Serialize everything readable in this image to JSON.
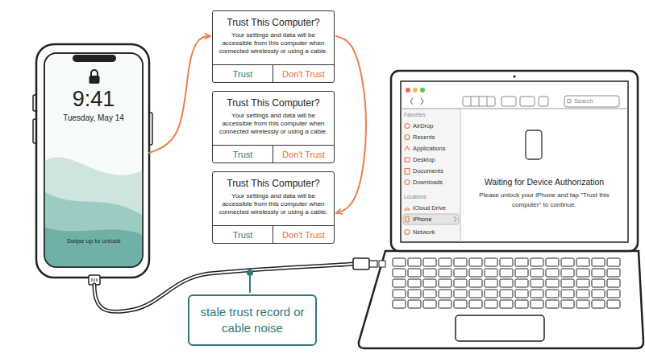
{
  "diagram": {
    "nodes": [
      {
        "text": [
          "9:41",
          "Tuesday, May 14",
          "Swipe up to unlock"
        ]
      },
      {
        "text": [
          "Trust This Computer?",
          "Your settings and data will be accessible from this computer when connected wirelessly or using a cable."
        ]
      },
      {
        "text": [
          "Trust"
        ],
        "in": 1
      },
      {
        "text": [
          "Don't Trust"
        ],
        "in": 1
      },
      {
        "text": [
          "Trust This Computer?",
          "Your settings and data will be accessible from this computer when connected wirelessly or using a cable."
        ]
      },
      {
        "text": [
          "Trust"
        ],
        "in": 4
      },
      {
        "text": [
          "Don't Trust"
        ],
        "in": 4
      },
      {
        "text": [
          "Trust This Computer?",
          "Your settings and data will be accessible from this computer when connected wirelessly or using a cable."
        ]
      },
      {
        "text": [
          "Trust"
        ],
        "in": 7
      },
      {
        "text": [
          "Don't Trust"
        ],
        "in": 7
      },
      {
        "text": [
          "Waiting for Device Authorization",
          "Please unlock your iPhone and tap \"Trust this computer\" to continue."
        ]
      },
      {
        "text": [
          "stale trust record or cable noise"
        ]
      }
    ],
    "edges": [
      {
        "from": 0,
        "to": 1,
        "arrow": "to"
      },
      {
        "from": 1,
        "to": 7,
        "arrow": "to"
      }
    ],
    "labels": [
      "Favorites",
      "AirDrop",
      "Recents",
      "Applications",
      "Desktop",
      "Documents",
      "Downloads",
      "Locations",
      "iCloud Drive",
      "iPhone",
      "Network",
      "Search"
    ]
  }
}
